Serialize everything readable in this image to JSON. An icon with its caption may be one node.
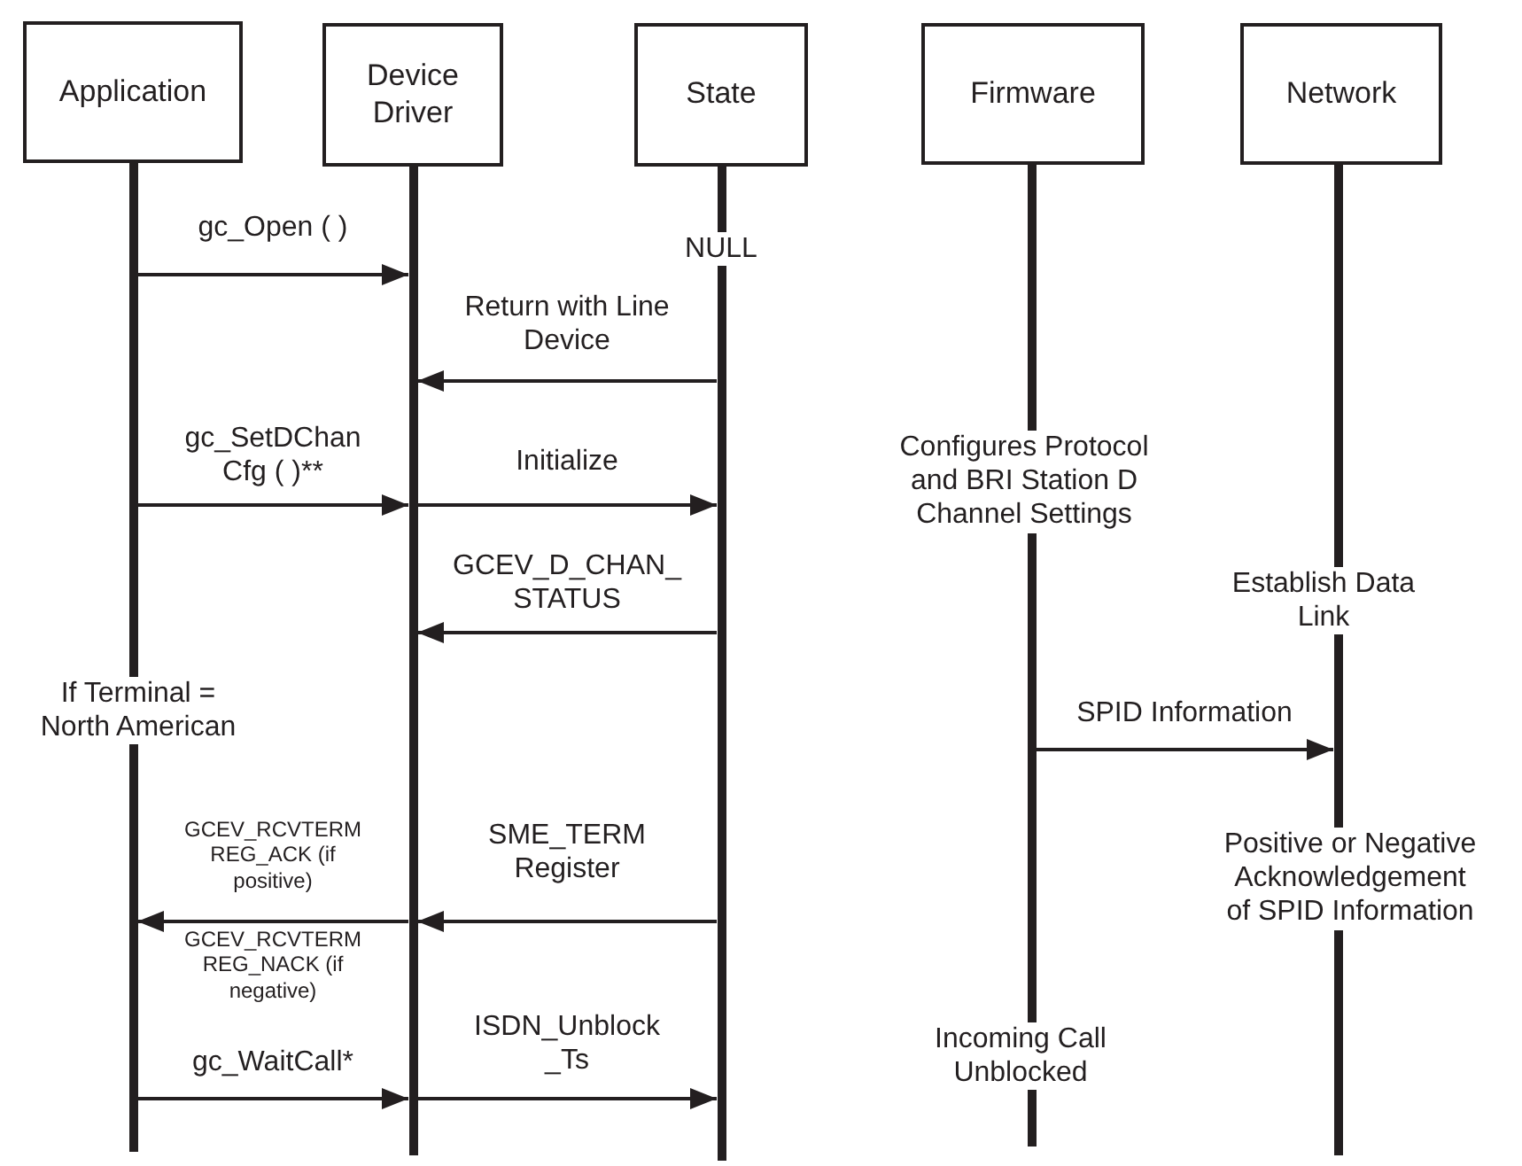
{
  "diagram": {
    "nodes": [
      {
        "text": [
          "Application"
        ]
      },
      {
        "text": [
          "Device Driver"
        ]
      },
      {
        "text": [
          "State"
        ]
      },
      {
        "text": [
          "Firmware"
        ]
      },
      {
        "text": [
          "Network"
        ]
      },
      {
        "text": [],
        "shape": "bar",
        "beside": [
          "If Terminal = North American"
        ]
      },
      {
        "text": [],
        "shape": "bar"
      },
      {
        "text": [],
        "shape": "bar"
      },
      {
        "text": [],
        "shape": "bar",
        "beside": [
          "Configures Protocol and BRI Station D Channel Settings",
          "Incoming Call Unblocked"
        ]
      },
      {
        "text": [],
        "shape": "bar",
        "beside": [
          "Establish Data Link",
          "Positive or Negative Acknowledgement of SPID Information"
        ]
      }
    ],
    "edges": [
      {
        "from": 5,
        "to": 6,
        "arrow": "to",
        "label": "gc_Open ( )"
      },
      {
        "from": 7,
        "to": 6,
        "arrow": "to",
        "label": "Return with Line Device"
      },
      {
        "from": 5,
        "to": 6,
        "arrow": "to",
        "label": "gc_SetDChan Cfg ( )**"
      },
      {
        "from": 6,
        "to": 7,
        "arrow": "to",
        "label": "Initialize"
      },
      {
        "from": 7,
        "to": 6,
        "arrow": "to",
        "label": "GCEV_D_CHAN_ STATUS"
      },
      {
        "from": 8,
        "to": 9,
        "arrow": "to",
        "label": "SPID Information"
      },
      {
        "from": 7,
        "to": 6,
        "arrow": "to",
        "label": "SME_TERM Register"
      },
      {
        "from": 6,
        "to": 5,
        "arrow": "to",
        "label": "GCEV_RCVTERM REG_ACK (if positive)"
      },
      {
        "from": 5,
        "to": 6,
        "arrow": "to",
        "label": "gc_WaitCall*"
      },
      {
        "from": 6,
        "to": 7,
        "arrow": "to",
        "label": "ISDN_Unblock _Ts"
      }
    ],
    "labels": [
      "NULL",
      "GCEV_RCVTERM REG_NACK (if negative)"
    ]
  }
}
